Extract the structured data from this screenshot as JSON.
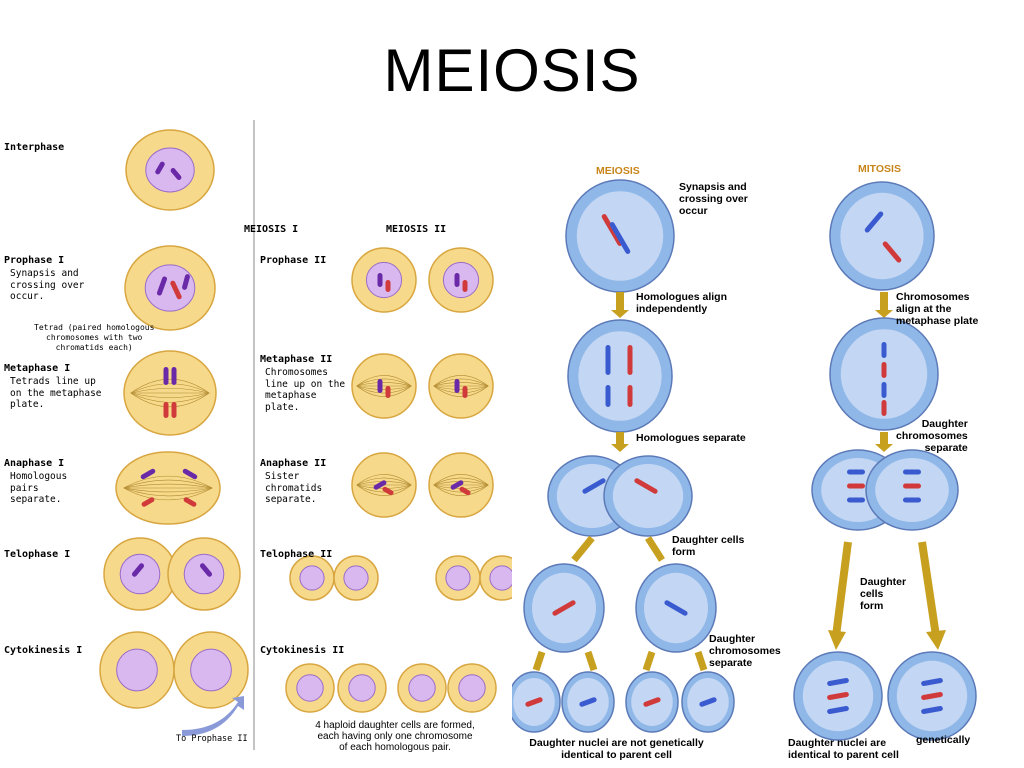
{
  "title": "MEIOSIS",
  "left": {
    "col_headers": {
      "meiosis1": "MEIOSIS I",
      "meiosis2": "MEIOSIS II"
    },
    "interphase": {
      "name": "Interphase"
    },
    "prophase1": {
      "name": "Prophase I",
      "desc": "Synapsis and\ncrossing over\noccur."
    },
    "tetrad_note": "Tetrad (paired homologous\nchromosomes with two\nchromatids each)",
    "metaphase1": {
      "name": "Metaphase I",
      "desc": "Tetrads line up\non the metaphase\nplate."
    },
    "anaphase1": {
      "name": "Anaphase I",
      "desc": "Homologous\npairs\nseparate."
    },
    "telophase1": {
      "name": "Telophase I"
    },
    "cytokinesis1": {
      "name": "Cytokinesis I"
    },
    "prophase2": {
      "name": "Prophase II"
    },
    "metaphase2": {
      "name": "Metaphase II",
      "desc": "Chromosomes\nline up on the\nmetaphase\nplate."
    },
    "anaphase2": {
      "name": "Anaphase II",
      "desc": "Sister\nchromatids\nseparate."
    },
    "telophase2": {
      "name": "Telophase II"
    },
    "cytokinesis2": {
      "name": "Cytokinesis II"
    },
    "to_prophase2": "To Prophase II",
    "footnote": "4 haploid daughter cells are formed,\neach having only one chromosome\nof each homologous pair."
  },
  "right": {
    "meiosis_header": "MEIOSIS",
    "mitosis_header": "MITOSIS",
    "synapsis": "Synapsis and\ncrossing over\noccur",
    "homologues_align": "Homologues align\nindependently",
    "homologues_separate": "Homologues separate",
    "daughter_cells_form": "Daughter cells\nform",
    "daughter_chromosomes_separate_meiosis": "Daughter\nchromosomes\nseparate",
    "chromosomes_align": "Chromosomes\nalign at the\nmetaphase plate",
    "daughter_chromosomes_separate_mitosis": "Daughter\nchromosomes\nseparate",
    "daughter_cells_form_mitosis": "Daughter\ncells\nform",
    "meiosis_result": "Daughter nuclei are not genetically\nidentical to parent cell",
    "mitosis_result_1": "genetically",
    "mitosis_result_2": "Daughter nuclei are\nidentical to parent cell"
  },
  "colors": {
    "cell_fill": "#f6d98a",
    "cell_stroke": "#d8a640",
    "nucleus_fill": "#d9b8f0",
    "blue_cell": "#8fb8e8",
    "arrow": "#c8a020",
    "chrom_blue": "#3a5ad0",
    "chrom_red": "#d03a3a",
    "chrom_purple": "#6a2aa8"
  }
}
